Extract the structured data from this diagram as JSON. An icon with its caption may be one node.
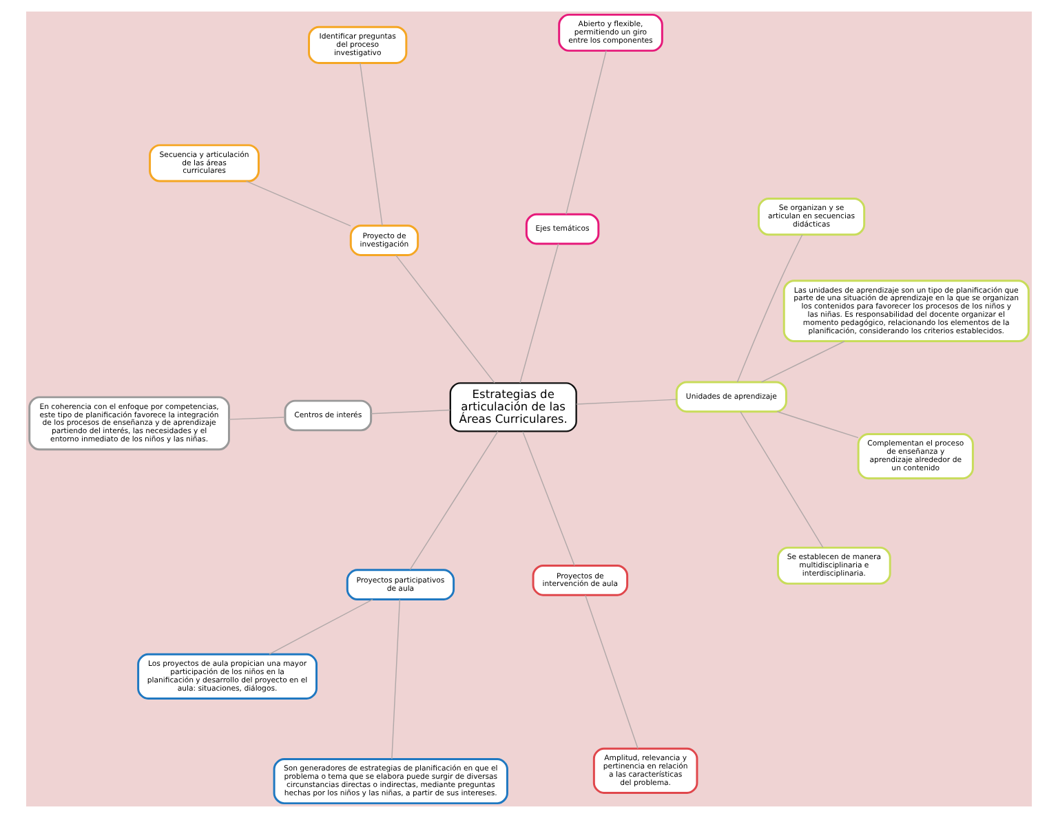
{
  "diagram": {
    "nodes": [
      {
        "text": [
          "Estrategias de articulación de las Áreas Curriculares."
        ]
      },
      {
        "text": [
          "Proyectos de intervención de aula"
        ]
      },
      {
        "text": [
          "Amplitud, relevancia y pertinencia en relación a las características del problema."
        ]
      },
      {
        "text": [
          "Proyecto de investigación"
        ]
      },
      {
        "text": [
          "Identificar preguntas del proceso investigativo"
        ]
      },
      {
        "text": [
          "Secuencia y articulación de las áreas curriculares"
        ]
      },
      {
        "text": [
          "Proyectos participativos de aula"
        ]
      },
      {
        "text": [
          "Son generadores de estrategias de planificación en que el problema o tema que se elabora puede surgir de diversas circunstancias directas o indirectas, mediante preguntas hechas por los niños y las niñas, a partir de sus intereses."
        ]
      },
      {
        "text": [
          "Los proyectos de aula propician una mayor participación de los niños en la planificación y desarrollo del proyecto en el aula: situaciones, diálogos."
        ]
      },
      {
        "text": [
          "Unidades de aprendizaje"
        ]
      },
      {
        "text": [
          "Se establecen de manera multidisciplinaria e interdisciplinaria."
        ]
      },
      {
        "text": [
          "Se organizan y se articulan en secuencias didácticas"
        ]
      },
      {
        "text": [
          "Complementan el proceso de enseñanza y aprendizaje alrededor de un contenido"
        ]
      },
      {
        "text": [
          "Las unidades de aprendizaje son un tipo de planificación que parte de una situación de aprendizaje en la que se organizan los contenidos para favorecer los procesos de los niños y las niñas. Es responsabilidad del docente organizar el momento pedagógico, relacionando los elementos de la planificación, considerando los criterios establecidos."
        ]
      },
      {
        "text": [
          "Ejes temáticos"
        ]
      },
      {
        "text": [
          "Abierto y flexible, permitiendo un giro entre los componentes"
        ]
      },
      {
        "text": [
          "Centros de interés"
        ]
      },
      {
        "text": [
          "En coherencia con el enfoque por competencias, este tipo de planificación favorece la integración de los procesos de enseñanza y de aprendizaje partiendo del interés, las necesidades y el entorno inmediato de los niños y las niñas."
        ]
      }
    ],
    "edges": [
      {
        "from": 0,
        "to": 1,
        "arrow": "none"
      },
      {
        "from": 1,
        "to": 2,
        "arrow": "none"
      },
      {
        "from": 0,
        "to": 3,
        "arrow": "none"
      },
      {
        "from": 3,
        "to": 4,
        "arrow": "none"
      },
      {
        "from": 3,
        "to": 5,
        "arrow": "none"
      },
      {
        "from": 0,
        "to": 6,
        "arrow": "none"
      },
      {
        "from": 6,
        "to": 7,
        "arrow": "none"
      },
      {
        "from": 6,
        "to": 8,
        "arrow": "none"
      },
      {
        "from": 0,
        "to": 9,
        "arrow": "none"
      },
      {
        "from": 9,
        "to": 10,
        "arrow": "none"
      },
      {
        "from": 9,
        "to": 11,
        "arrow": "none"
      },
      {
        "from": 9,
        "to": 12,
        "arrow": "none"
      },
      {
        "from": 9,
        "to": 13,
        "arrow": "none"
      },
      {
        "from": 0,
        "to": 14,
        "arrow": "none"
      },
      {
        "from": 14,
        "to": 15,
        "arrow": "none"
      },
      {
        "from": 0,
        "to": 16,
        "arrow": "none"
      },
      {
        "from": 16,
        "to": 17,
        "arrow": "none"
      }
    ]
  }
}
